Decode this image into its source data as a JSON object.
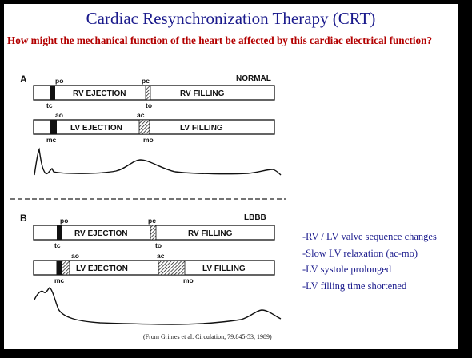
{
  "slide": {
    "title": "Cardiac Resynchronization Therapy (CRT)",
    "subtitle": "How might the mechanical function of the heart be affected by this cardiac electrical function?"
  },
  "panel_a": {
    "letter": "A",
    "condition": "NORMAL",
    "rv_bar": {
      "ejection": "RV EJECTION",
      "filling": "RV FILLING"
    },
    "lv_bar": {
      "ejection": "LV EJECTION",
      "filling": "LV FILLING"
    },
    "markers": {
      "po": "po",
      "pc": "pc",
      "tc": "tc",
      "to": "to",
      "ao": "ao",
      "ac": "ac",
      "mc": "mc",
      "mo": "mo"
    }
  },
  "panel_b": {
    "letter": "B",
    "condition": "LBBB",
    "rv_bar": {
      "ejection": "RV EJECTION",
      "filling": "RV FILLING"
    },
    "lv_bar": {
      "ejection": "LV EJECTION",
      "filling": "LV FILLING"
    },
    "markers": {
      "po": "po",
      "pc": "pc",
      "tc": "tc",
      "to": "to",
      "ao": "ao",
      "ac": "ac",
      "mc": "mc",
      "mo": "mo"
    }
  },
  "bullets": [
    "-RV / LV valve sequence changes",
    "-Slow LV relaxation  (ac-mo)",
    "-LV systole prolonged",
    "-LV filling time shortened"
  ],
  "citation": "(From Grimes et al. Circulation, 79:845-53, 1989)"
}
